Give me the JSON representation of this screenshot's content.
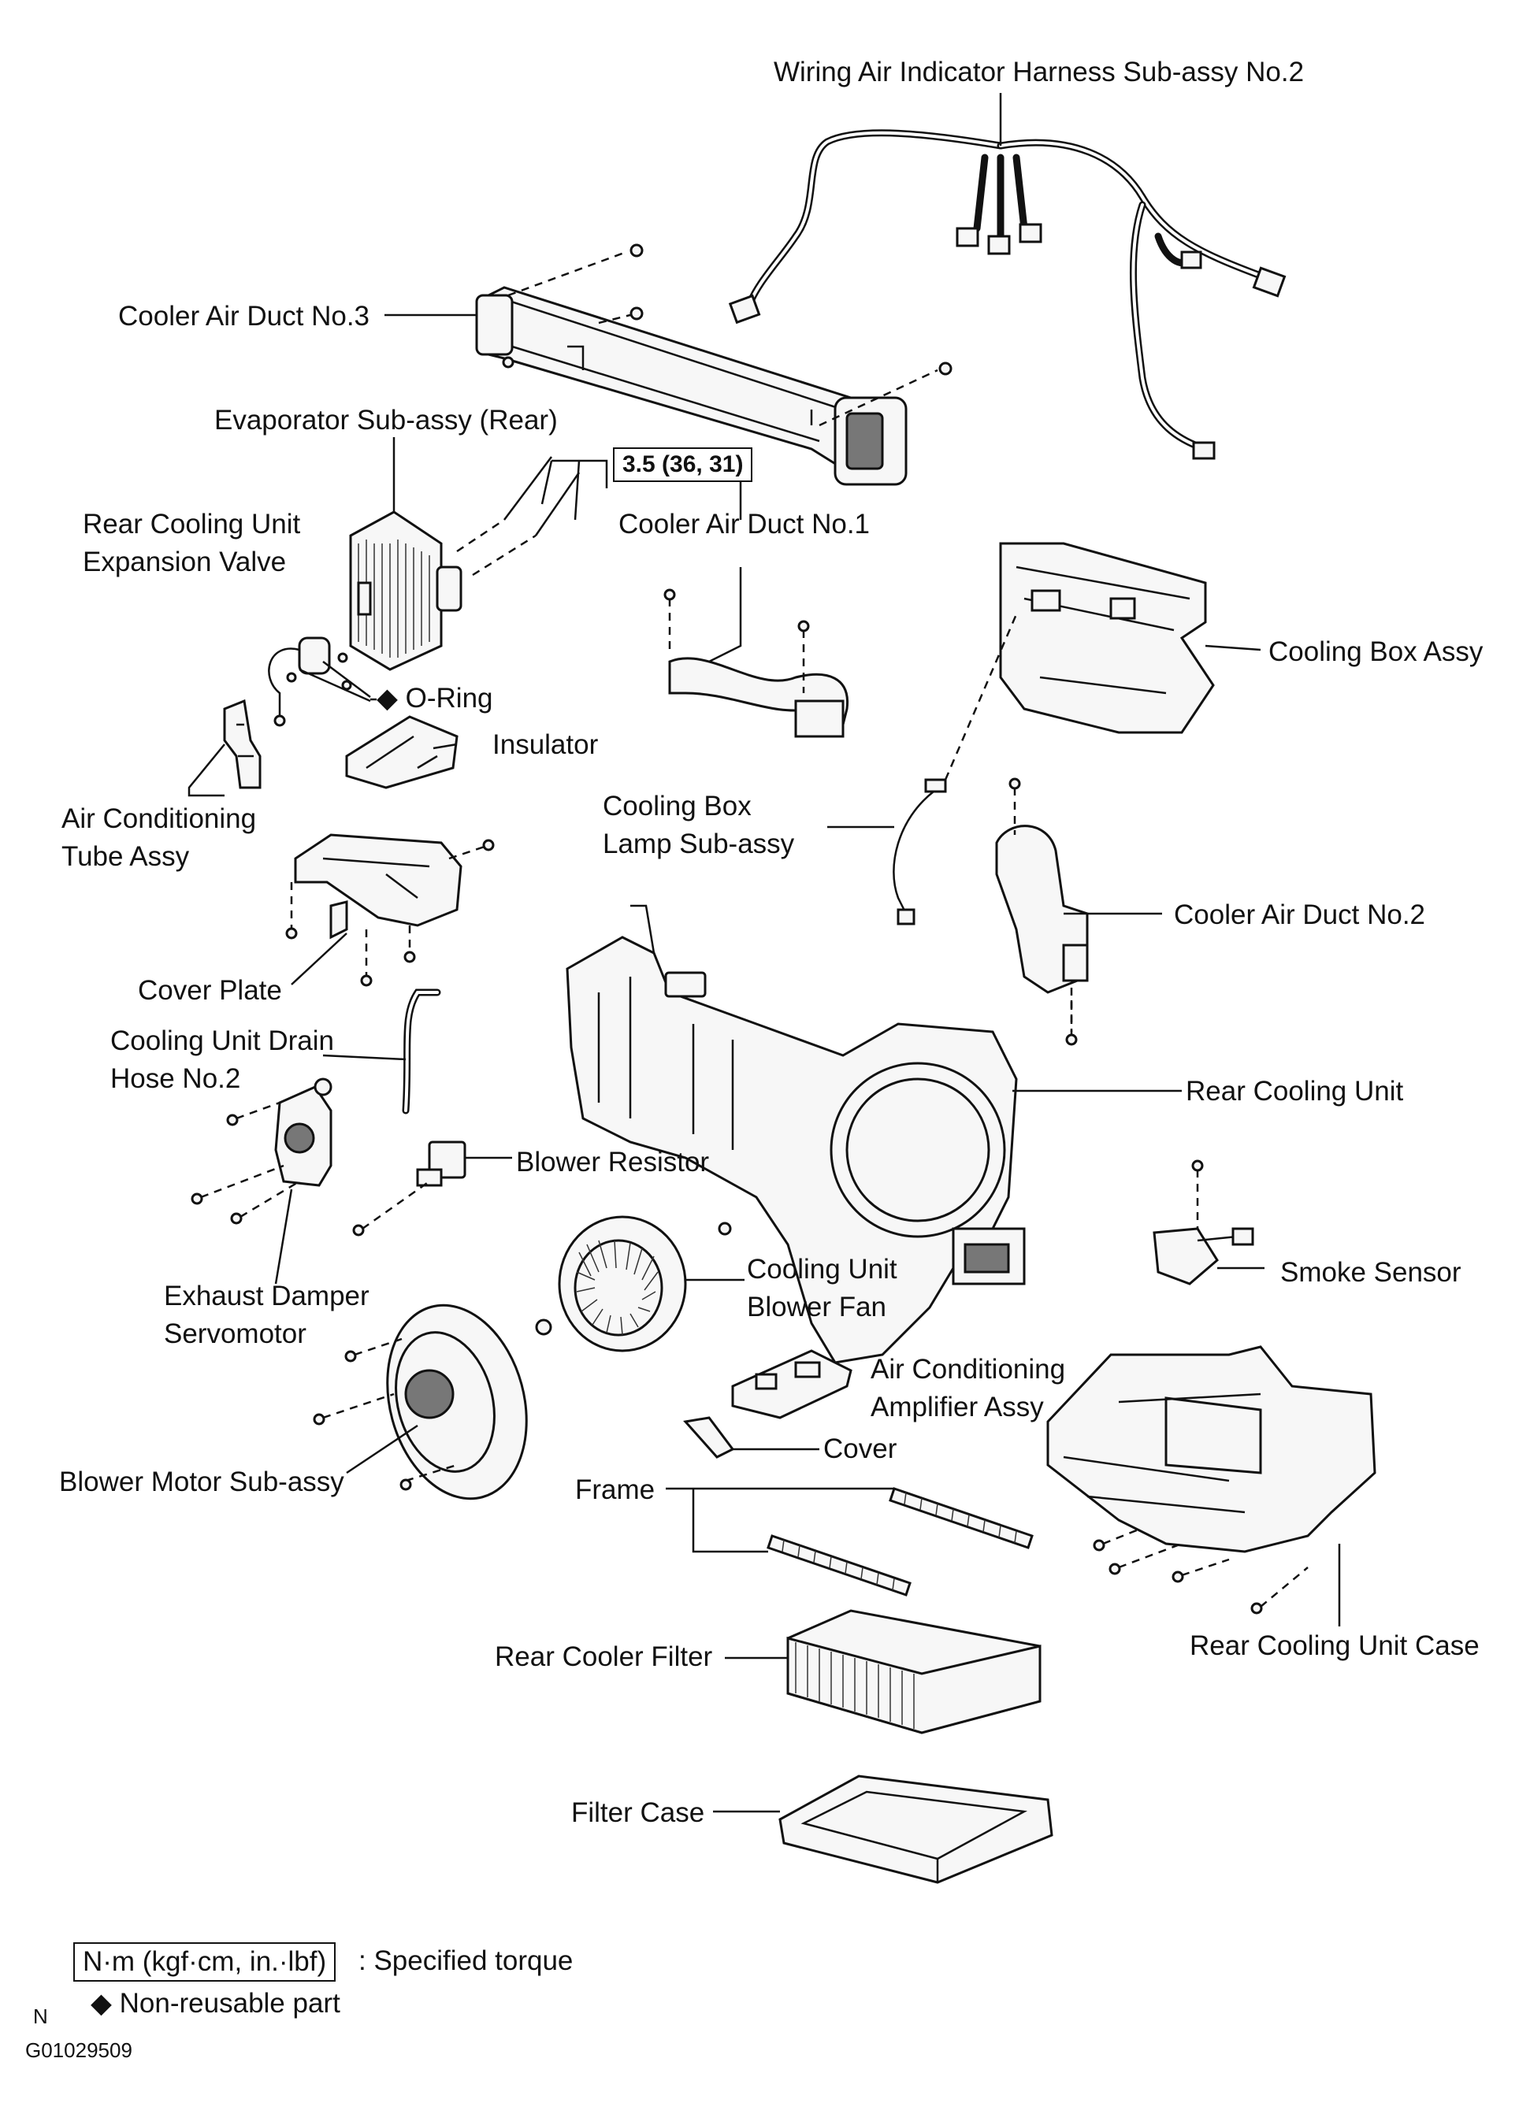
{
  "labels": {
    "harness": "Wiring Air Indicator Harness Sub-assy No.2",
    "duct3": "Cooler Air Duct No.3",
    "evaporator": "Evaporator Sub-assy (Rear)",
    "torque_value": "3.5 (36, 31)",
    "expansion_valve_1": "Rear Cooling Unit",
    "expansion_valve_2": "Expansion Valve",
    "duct1": "Cooler Air Duct No.1",
    "cooling_box": "Cooling Box Assy",
    "oring": "O-Ring",
    "insulator": "Insulator",
    "ac_tube_1": "Air Conditioning",
    "ac_tube_2": "Tube Assy",
    "lamp_1": "Cooling Box",
    "lamp_2": "Lamp Sub-assy",
    "duct2": "Cooler Air Duct No.2",
    "cover_plate": "Cover Plate",
    "drain_1": "Cooling Unit Drain",
    "drain_2": "Hose No.2",
    "rear_unit": "Rear Cooling Unit",
    "blower_resistor": "Blower Resistor",
    "smoke_sensor": "Smoke Sensor",
    "damper_1": "Exhaust  Damper",
    "damper_2": "Servomotor",
    "fan_1": "Cooling Unit",
    "fan_2": "Blower Fan",
    "amp_1": "Air Conditioning",
    "amp_2": "Amplifier Assy",
    "cover": "Cover",
    "blower_motor": "Blower Motor Sub-assy",
    "frame": "Frame",
    "unit_case": "Rear Cooling Unit Case",
    "filter": "Rear Cooler Filter",
    "filter_case": "Filter Case"
  },
  "legend": {
    "torque_unit": "N·m (kgf·cm, in.·lbf)",
    "torque_desc": ": Specified torque",
    "diamond": "◆",
    "nonreusable": "Non-reusable part"
  },
  "footer": {
    "n_mark": "N",
    "code": "G01029509"
  }
}
